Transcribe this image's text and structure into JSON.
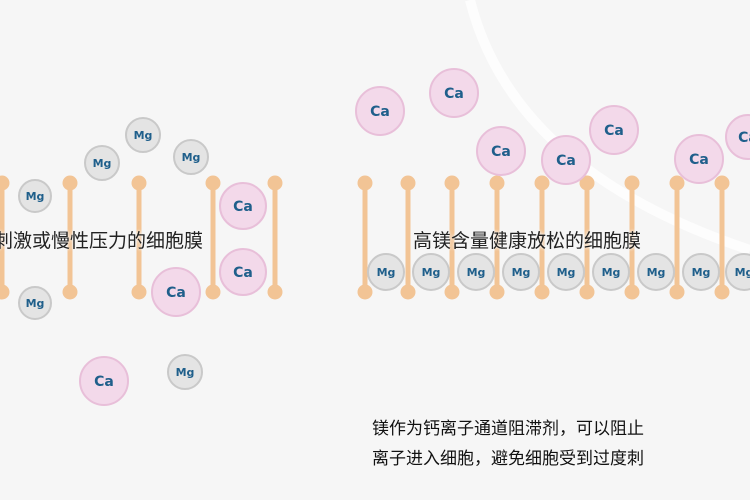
{
  "ions": {
    "calcium_label": "Ca",
    "magnesium_label": "Mg",
    "calcium_color": "#f3d9ea",
    "calcium_ring": "#e8bfd9",
    "magnesium_color": "#e4e4e4",
    "magnesium_ring": "#c9c9c9",
    "text_color": "#1f5f8b"
  },
  "membrane": {
    "lipid_color": "#f2c495",
    "left_label": "刺激或慢性压力的细胞膜",
    "right_label": "高镁含量健康放松的细胞膜"
  },
  "caption": {
    "line1": "镁作为钙离子通道阻滞剂，可以阻止",
    "line2": "离子进入细胞，避免细胞受到过度刺"
  }
}
